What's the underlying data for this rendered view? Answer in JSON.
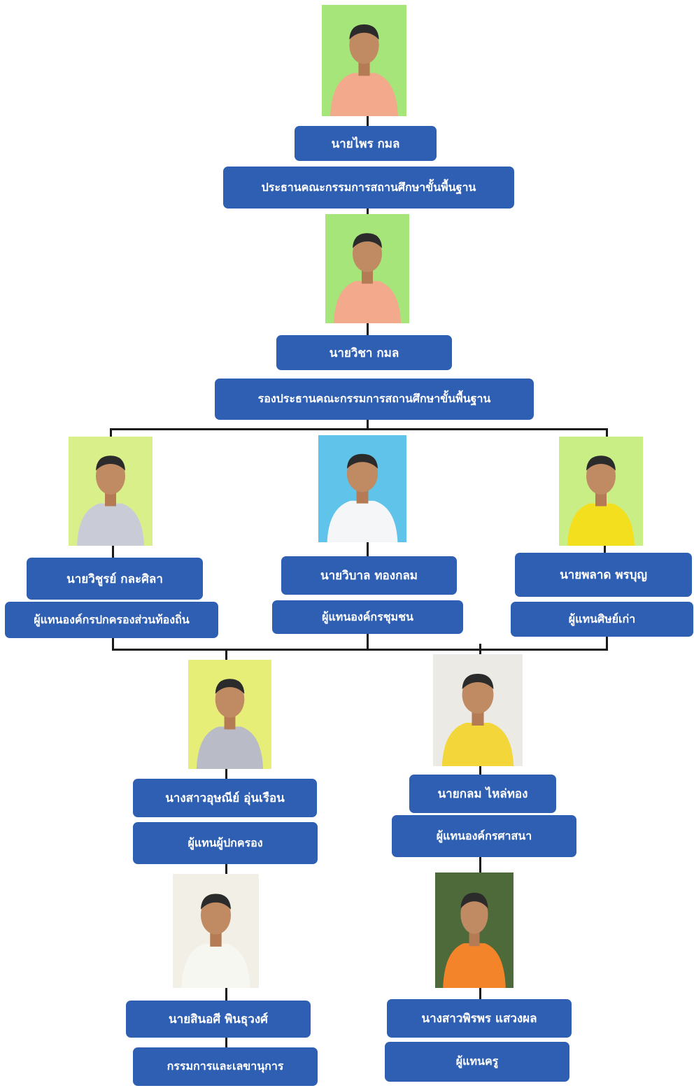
{
  "members": [
    {
      "name": "นายไพร กมล",
      "role": "ประธานคณะกรรมการสถานศึกษาขั้นพื้นฐาน",
      "photo": {
        "bg": "#a6e57a",
        "shirt": "#f2a98c"
      }
    },
    {
      "name": "นายวิชา กมล",
      "role": "รองประธานคณะกรรมการสถานศึกษาขั้นพื้นฐาน",
      "photo": {
        "bg": "#a6e57a",
        "shirt": "#f2a98c"
      }
    },
    {
      "name": "นายวิชูรย์ กละศิลา",
      "role": "ผู้แทนองค์กรปกครองส่วนท้องถิ่น",
      "photo": {
        "bg": "#d9f08a",
        "shirt": "#c9ccd6"
      }
    },
    {
      "name": "นายวิบาล ทองกลม",
      "role": "ผู้แทนองค์กรชุมชน",
      "photo": {
        "bg": "#5fc3ea",
        "shirt": "#f4f6f8"
      }
    },
    {
      "name": "นายพลาด พรบุญ",
      "role": "ผู้แทนศิษย์เก่า",
      "photo": {
        "bg": "#c9ee86",
        "shirt": "#f3df1d"
      }
    },
    {
      "name": "นางสาวอุษณีย์ อุ่นเรือน",
      "role": "ผู้แทนผู้ปกครอง",
      "photo": {
        "bg": "#e6ee78",
        "shirt": "#b9bcc6"
      }
    },
    {
      "name": "นายกลม ไหล่ทอง",
      "role": "ผู้แทนองค์กรศาสนา",
      "photo": {
        "bg": "#eceae4",
        "shirt": "#f2d63a"
      }
    },
    {
      "name": "นายสินอศี พินธุวงศ์",
      "role": "กรรมการและเลขานุการ",
      "photo": {
        "bg": "#f1efe6",
        "shirt": "#f7f7f2"
      }
    },
    {
      "name": "นางสาวพิรพร แสวงผล",
      "role": "ผู้แทนครู",
      "photo": {
        "bg": "#4f6a3a",
        "shirt": "#f4842a"
      }
    }
  ]
}
